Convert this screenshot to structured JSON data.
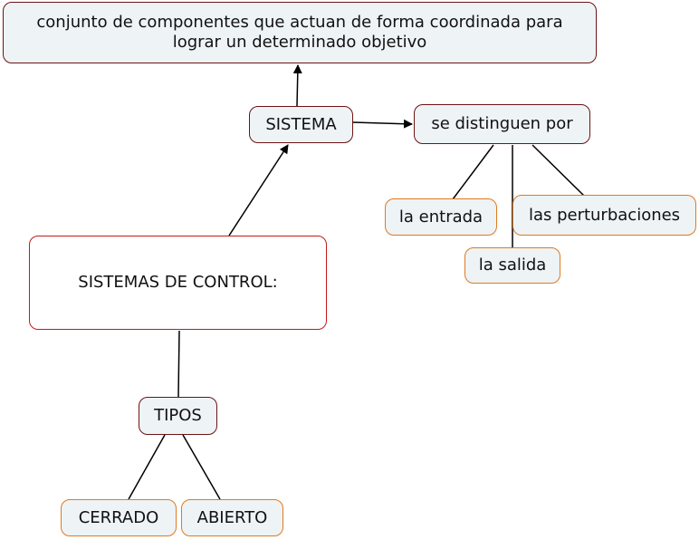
{
  "nodes": {
    "definition": "conjunto de componentes que actuan de forma coordinada para lograr un determinado objetivo",
    "sistema": "SISTEMA",
    "distinguen": "se distinguen por",
    "entrada": "la entrada",
    "perturbaciones": "las perturbaciones",
    "salida": "la salida",
    "control": "SISTEMAS DE CONTROL:",
    "tipos": "TIPOS",
    "cerrado": "CERRADO",
    "abierto": "ABIERTO"
  },
  "colors": {
    "node_fill": "#eef3f6",
    "dark_border": "#6b1414",
    "red_border": "#c41a1a",
    "orange_border": "#e07a1f",
    "line": "#000000"
  }
}
